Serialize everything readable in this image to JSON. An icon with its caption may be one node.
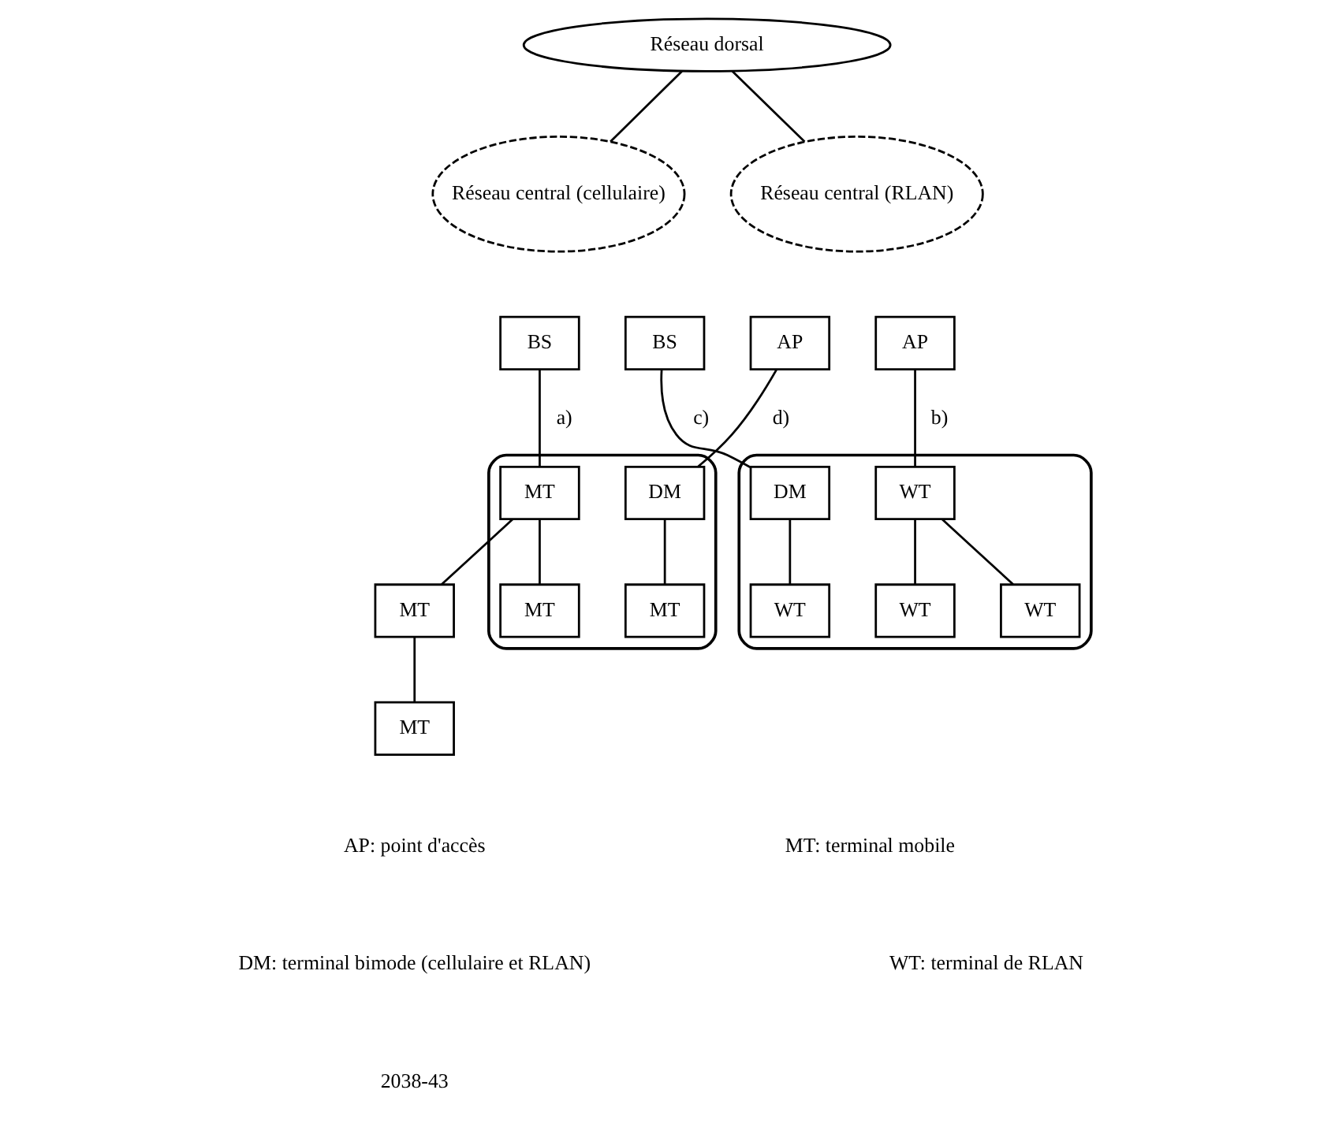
{
  "diagram": {
    "nodes": [
      {
        "text": [
          "Réseau dorsal"
        ]
      },
      {
        "text": [
          "Réseau central (cellulaire)"
        ]
      },
      {
        "text": [
          "Réseau central (RLAN)"
        ]
      },
      {
        "text": [
          "BS"
        ]
      },
      {
        "text": [
          "BS"
        ]
      },
      {
        "text": [
          "AP"
        ]
      },
      {
        "text": [
          "AP"
        ]
      },
      {
        "text": [],
        "shape": "cloud"
      },
      {
        "text": [
          "MT"
        ],
        "in": 7
      },
      {
        "text": [
          "DM"
        ],
        "in": 7
      },
      {
        "text": [
          "MT"
        ]
      },
      {
        "text": [
          "MT"
        ],
        "in": 7
      },
      {
        "text": [
          "MT"
        ],
        "in": 7
      },
      {
        "text": [
          "MT"
        ]
      },
      {
        "text": [],
        "shape": "cloud"
      },
      {
        "text": [
          "DM"
        ],
        "in": 14
      },
      {
        "text": [
          "WT"
        ],
        "in": 14
      },
      {
        "text": [
          "WT"
        ],
        "in": 14
      },
      {
        "text": [
          "WT"
        ],
        "in": 14
      },
      {
        "text": [
          "WT"
        ],
        "in": 14
      }
    ],
    "edges": [
      {
        "from": 0,
        "to": 1,
        "arrow": "none"
      },
      {
        "from": 0,
        "to": 2,
        "arrow": "none"
      },
      {
        "from": 3,
        "to": 8,
        "arrow": "none",
        "label": "a)"
      },
      {
        "from": 4,
        "to": 15,
        "arrow": "none",
        "label": "c)"
      },
      {
        "from": 5,
        "to": 9,
        "arrow": "none",
        "label": "d)"
      },
      {
        "from": 6,
        "to": 16,
        "arrow": "none",
        "label": "b)"
      },
      {
        "from": 8,
        "to": 10,
        "arrow": "none"
      },
      {
        "from": 8,
        "to": 11,
        "arrow": "none"
      },
      {
        "from": 9,
        "to": 12,
        "arrow": "none"
      },
      {
        "from": 10,
        "to": 13,
        "arrow": "none"
      },
      {
        "from": 15,
        "to": 17,
        "arrow": "none"
      },
      {
        "from": 16,
        "to": 18,
        "arrow": "none"
      },
      {
        "from": 16,
        "to": 19,
        "arrow": "none"
      }
    ],
    "labels": [
      "AP: point d'accès",
      "MT: terminal mobile",
      "DM: terminal bimode (cellulaire et RLAN)",
      "WT: terminal de RLAN",
      "2038-43"
    ]
  }
}
